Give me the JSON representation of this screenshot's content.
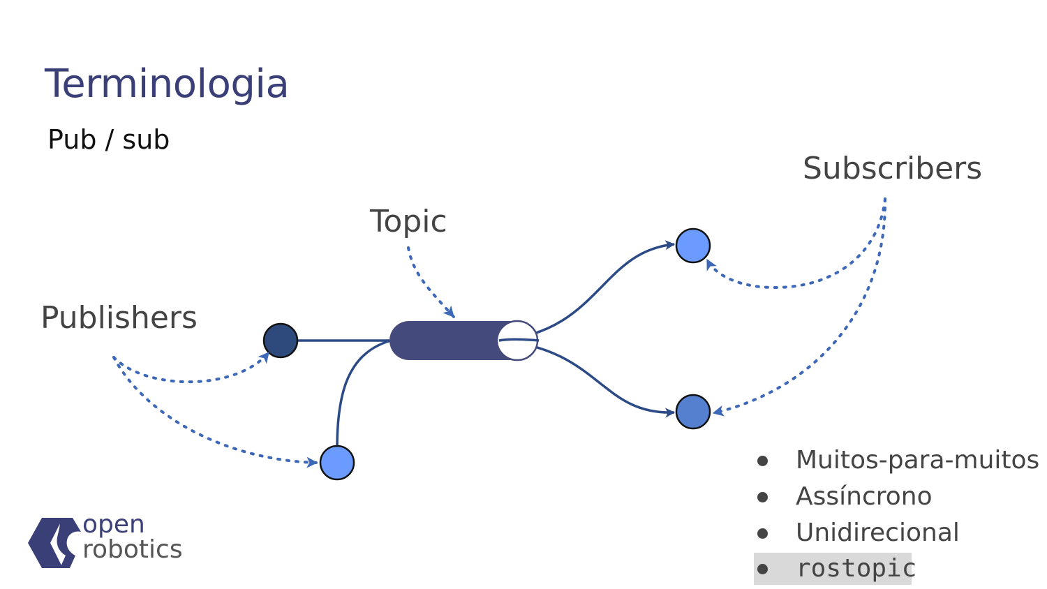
{
  "slide": {
    "title": "Terminologia",
    "subtitle": "Pub / sub"
  },
  "diagram": {
    "labels": {
      "topic": "Topic",
      "publishers": "Publishers",
      "subscribers": "Subscribers"
    },
    "colors": {
      "edge": "#2b4a86",
      "topic_fill": "#454a7c",
      "publisher_dark": "#2e4a7c",
      "node_light": "#6b9bff",
      "node_mid": "#5580d0",
      "annotation_arrow": "#3d68b8"
    }
  },
  "bullets": [
    {
      "text": "Muitos-para-muitos",
      "highlighted": false
    },
    {
      "text": "Assíncrono",
      "highlighted": false
    },
    {
      "text": "Unidirecional",
      "highlighted": false
    },
    {
      "text": "rostopic",
      "highlighted": true
    }
  ],
  "logo": {
    "line1": "open",
    "line2": "robotics",
    "color": "#3a3f78"
  }
}
